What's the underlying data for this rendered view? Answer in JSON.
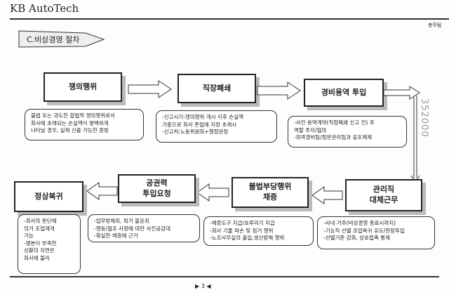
{
  "header": {
    "brand": "KB AutoTech",
    "department": "총무팀"
  },
  "section_title": "C.비상경영 절차",
  "steps": [
    {
      "label": "쟁의행위",
      "description": "불법 또는 과도한 합법적 쟁의행위로서\n회사에 초래되는 손실액이 명백하게\n나타날 경우, 실제 산출 가능한 증빙"
    },
    {
      "label": "직장폐쇄",
      "description": "-신고시기:쟁의행위 개시 이후 손실액\n 가중으로 회사 존립에 지장 초래시\n-신고처:노동위원회+행정관청"
    },
    {
      "label": "경비용역 투입",
      "description": "-사전 용역계약(직장폐쇄 신고 전) 후\n 역할 주지/협의\n-외곽경비팀/정문관리팀과 공조체제"
    },
    {
      "label": "관리직\n대체근무",
      "description": "-사내 거주(비상경영 종료시까지)\n-기능직 선별 조업복귀 유도/현장투입\n-선별기준 강화, 상호접촉 통제"
    },
    {
      "label": "불법부당행위\n채증",
      "description": "-채증도구 지급/호루라기 지급\n-회사 기물 파손 및 점거 행위\n-노조사무실의 출입,생산방해 행위"
    },
    {
      "label": "공권력\n투입요청",
      "description": "-업무방해죄, 퇴거 불응죄\n-행동/협조 사항에 대한 사전공감대\n-확실한 채증에 근거"
    },
    {
      "label": "정상복귀",
      "description": "-회사의 판단에\n 의거 조업재개\n 가능\n-명분이 부족한\n 상황의 지연은\n 회사에 불리"
    }
  ],
  "side_stamp": "352000",
  "footer": {
    "page": "▶ 3 ◀"
  }
}
